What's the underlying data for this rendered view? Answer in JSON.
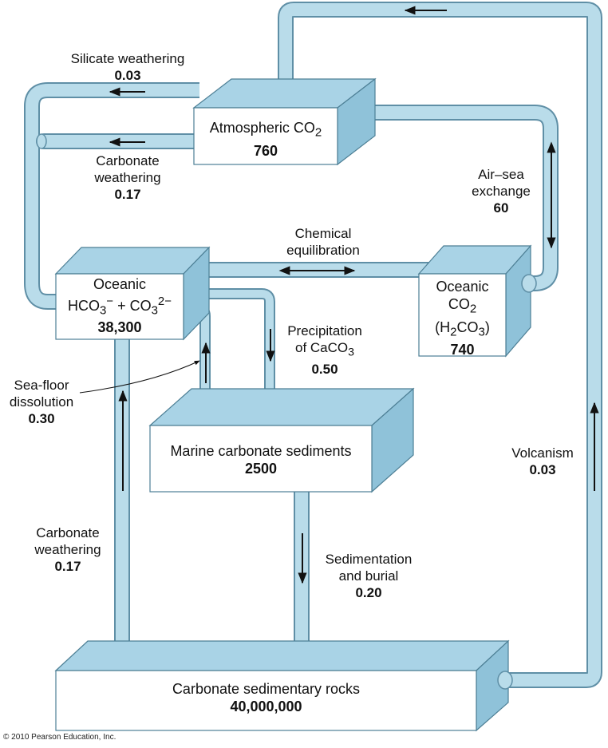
{
  "reservoirs": {
    "atmosphere": {
      "name_html": "Atmospheric CO<sub>2</sub>",
      "value": "760"
    },
    "oceanic_hco3": {
      "line1": "Oceanic",
      "line2_html": "HCO<sub>3</sub><sup>−</sup> + CO<sub>3</sub><sup>2−</sup>",
      "value": "38,300"
    },
    "oceanic_co2": {
      "line1": "Oceanic",
      "line2_html": "CO<sub>2</sub>",
      "line3_html": "(H<sub>2</sub>CO<sub>3</sub>)",
      "value": "740"
    },
    "marine_sediments": {
      "name": "Marine carbonate sediments",
      "value": "2500"
    },
    "sedimentary_rocks": {
      "name": "Carbonate sedimentary rocks",
      "value": "40,000,000"
    }
  },
  "fluxes": {
    "silicate_weathering": {
      "name": "Silicate weathering",
      "value": "0.03"
    },
    "carbonate_weathering_top": {
      "line1": "Carbonate",
      "line2": "weathering",
      "value": "0.17"
    },
    "air_sea": {
      "line1": "Air–sea",
      "line2": "exchange",
      "value": "60"
    },
    "chemical_equilibration": {
      "line1": "Chemical",
      "line2": "equilibration"
    },
    "precipitation": {
      "line1": "Precipitation",
      "line2_html": "of CaCO<sub>3</sub>",
      "value": "0.50"
    },
    "seafloor_dissolution": {
      "line1": "Sea-floor",
      "line2": "dissolution",
      "value": "0.30"
    },
    "volcanism": {
      "name": "Volcanism",
      "value": "0.03"
    },
    "carbonate_weathering_bottom": {
      "line1": "Carbonate",
      "line2": "weathering",
      "value": "0.17"
    },
    "sedimentation": {
      "line1": "Sedimentation",
      "line2": "and burial",
      "value": "0.20"
    }
  },
  "copyright": "© 2010 Pearson Education, Inc.",
  "colors": {
    "pipe_fill": "#b9dcea",
    "pipe_stroke": "#5f8fa6",
    "box_top": "#a9d3e6",
    "box_side": "#8fc2d9",
    "box_front": "#ffffff",
    "arrow": "#111111"
  }
}
